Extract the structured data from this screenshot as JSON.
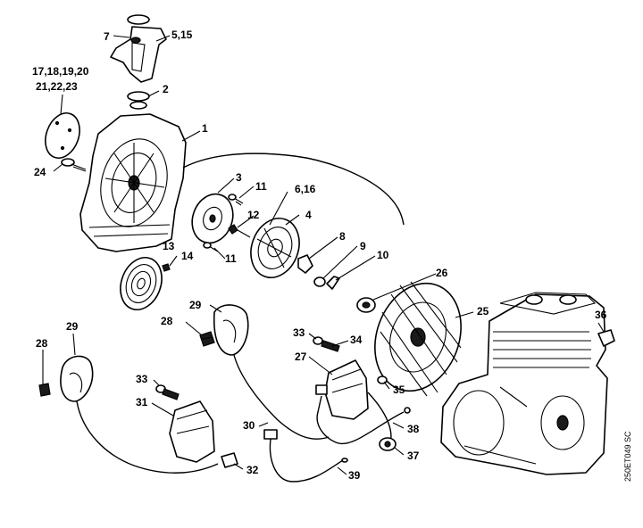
{
  "callouts": {
    "c1": "1",
    "c2": "2",
    "c3": "3",
    "c4": "4",
    "c5_15": "5,15",
    "c6_16": "6,16",
    "c7": "7",
    "c8": "8",
    "c9": "9",
    "c10": "10",
    "c11a": "11",
    "c11b": "11",
    "c12": "12",
    "c13": "13",
    "c14": "14",
    "c17_20": "17,18,19,20",
    "c21_23": "21,22,23",
    "c24": "24",
    "c25": "25",
    "c26": "26",
    "c27": "27",
    "c28a": "28",
    "c28b": "28",
    "c29a": "29",
    "c29b": "29",
    "c30": "30",
    "c31": "31",
    "c32": "32",
    "c33a": "33",
    "c33b": "33",
    "c34": "34",
    "c35": "35",
    "c36": "36",
    "c37": "37",
    "c38": "38",
    "c39": "39"
  },
  "drawing_reference": "250ET049 SC"
}
